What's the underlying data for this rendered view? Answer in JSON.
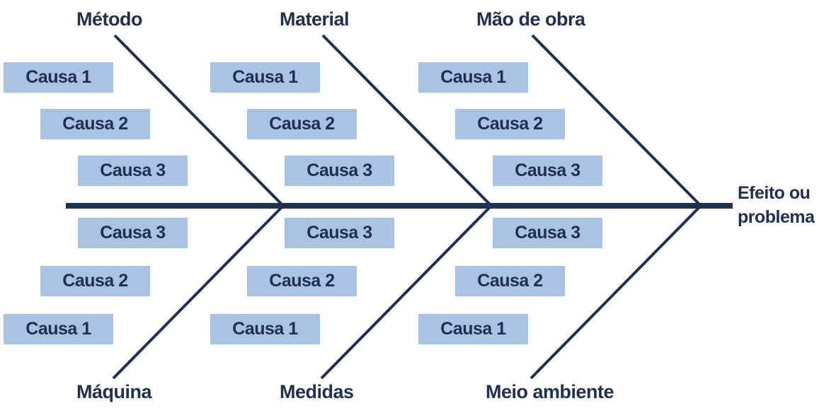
{
  "diagram": {
    "effect": {
      "line1": "Efeito ou",
      "line2": "problema"
    },
    "categories": {
      "top": [
        "Método",
        "Material",
        "Mão de obra"
      ],
      "bottom": [
        "Máquina",
        "Medidas",
        "Meio ambiente"
      ]
    },
    "cause_labels": {
      "c1": "Causa 1",
      "c2": "Causa 2",
      "c3": "Causa 3"
    },
    "colors": {
      "line": "#22304f",
      "box": "#a9c3e2",
      "text": "#22304f"
    }
  }
}
